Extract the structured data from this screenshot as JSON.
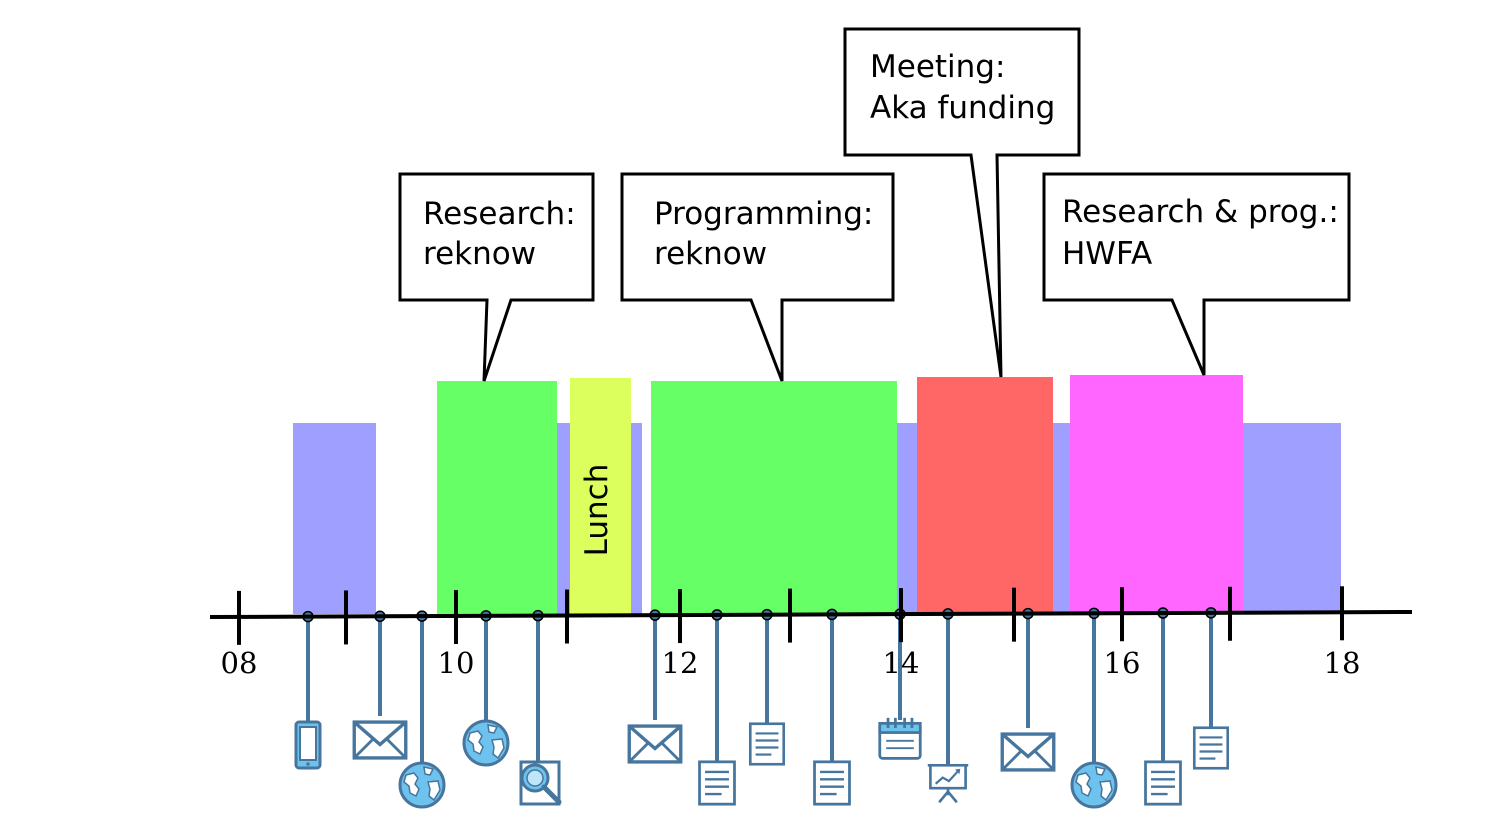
{
  "colors": {
    "background_activity": "#9e9fff",
    "research": "#66ff66",
    "lunch": "#ddff5d",
    "meeting": "#ff6666",
    "research_prog": "#ff66ff",
    "icon_stroke": "#46759e",
    "icon_fill": "#6ec3ee",
    "axis": "#000000"
  },
  "axis": {
    "tick_labels": [
      "08",
      "10",
      "12",
      "14",
      "16",
      "18"
    ]
  },
  "lunch_label": "Lunch",
  "callouts": [
    {
      "id": "research-reknow",
      "line1": "Research:",
      "line2": "reknow"
    },
    {
      "id": "programming-reknow",
      "line1": "Programming:",
      "line2": "reknow"
    },
    {
      "id": "meeting-aka",
      "line1": "Meeting:",
      "line2": "Aka funding"
    },
    {
      "id": "research-prog-hwfa",
      "line1": "Research & prog.:",
      "line2": "HWFA"
    }
  ],
  "icons": [
    "phone-icon",
    "email-icon",
    "browser-globe-icon",
    "browser-globe-icon",
    "search-icon",
    "email-icon",
    "document-icon",
    "document-icon",
    "document-icon",
    "calendar-icon",
    "presentation-icon",
    "email-icon",
    "browser-globe-icon",
    "document-icon",
    "document-icon"
  ]
}
